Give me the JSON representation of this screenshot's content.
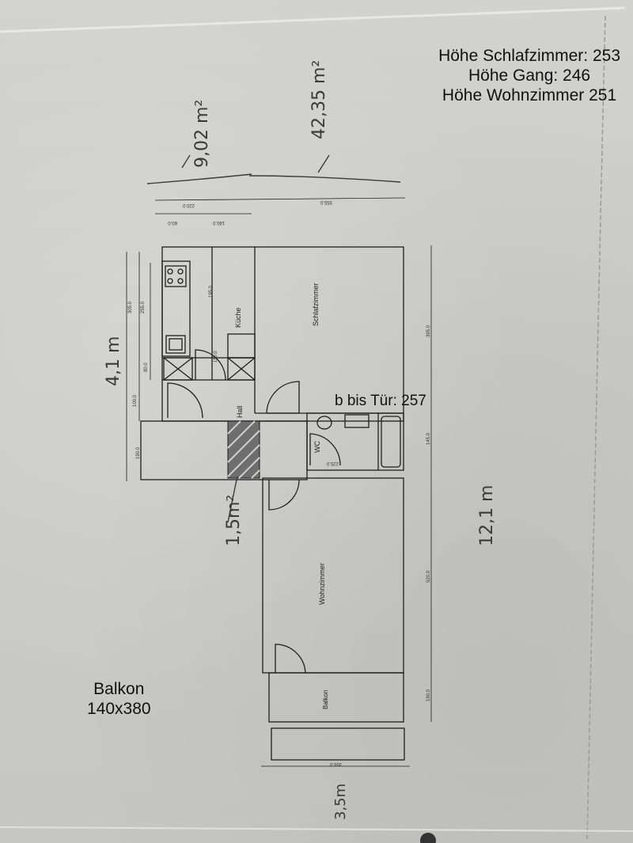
{
  "annotations": {
    "heights": [
      "Höhe Schlafzimmer: 253",
      "Höhe Gang: 246",
      "Höhe Wohnzimmer 251"
    ],
    "balkon_title": "Balkon",
    "balkon_size": "140x380",
    "door_height": "b bis Tür: 257"
  },
  "handwritten": {
    "area_kitchen": "9,02 m²",
    "area_bedroom": "42,35 m²",
    "area_hall": "1,5m²",
    "width_left": "4,1 m",
    "length_right": "12,1 m",
    "balcony_len": "3,5m"
  },
  "rooms": {
    "kitchen": "Küche",
    "bedroom": "Schlafzimmer",
    "hall": "Hall",
    "wc": "WC",
    "living": "Wohnzimmer",
    "balcony": "Balkon"
  },
  "dimensions": {
    "d1": "220.0",
    "d2": "355.0",
    "d3": "60.0",
    "d4": "160.0",
    "d5": "305.0",
    "d6": "255.0",
    "d7": "195.0",
    "d8": "80.0",
    "d9": "110.0",
    "d10": "100.0",
    "d11": "190.0",
    "d12": "395.0",
    "d13": "145.0",
    "d14": "520.0",
    "d15": "190.0",
    "d16": "225.0",
    "d17": "355.0"
  }
}
